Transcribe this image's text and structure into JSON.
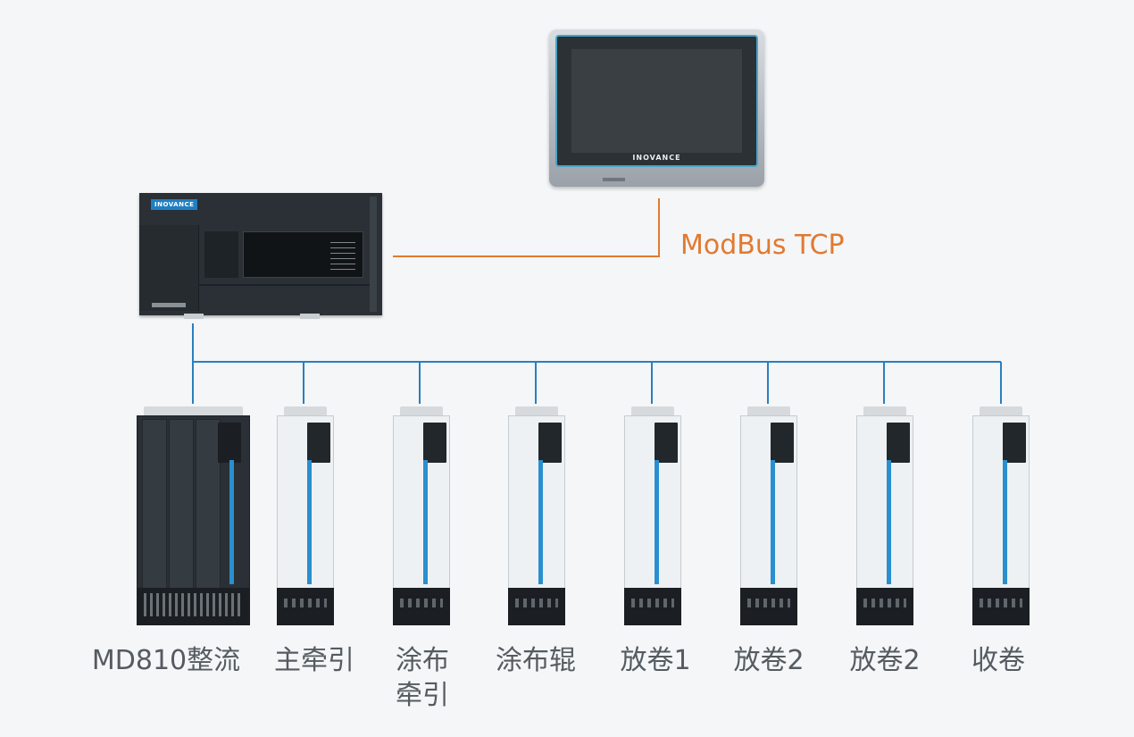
{
  "colors": {
    "bus": "#2a7fbf",
    "ethernet": "#e07a30",
    "drive_stripe": "#2a8fcf",
    "brand": "#1f7fc3"
  },
  "hmi": {
    "brand": "INOVANCE"
  },
  "plc": {
    "brand": "INOVANCE"
  },
  "protocol": {
    "label": "ModBus TCP"
  },
  "drives": [
    {
      "id": "rect",
      "type": "dark",
      "label": "MD810整流"
    },
    {
      "id": "d1",
      "type": "light",
      "label": "主牵引"
    },
    {
      "id": "d2",
      "type": "light",
      "label_line1": "涂布",
      "label_line2": "牵引"
    },
    {
      "id": "d3",
      "type": "light",
      "label": "涂布辊"
    },
    {
      "id": "d4",
      "type": "light",
      "label": "放卷1"
    },
    {
      "id": "d5",
      "type": "light",
      "label": "放卷2"
    },
    {
      "id": "d6",
      "type": "light",
      "label": "放卷2"
    },
    {
      "id": "d7",
      "type": "light",
      "label": "收卷"
    }
  ]
}
